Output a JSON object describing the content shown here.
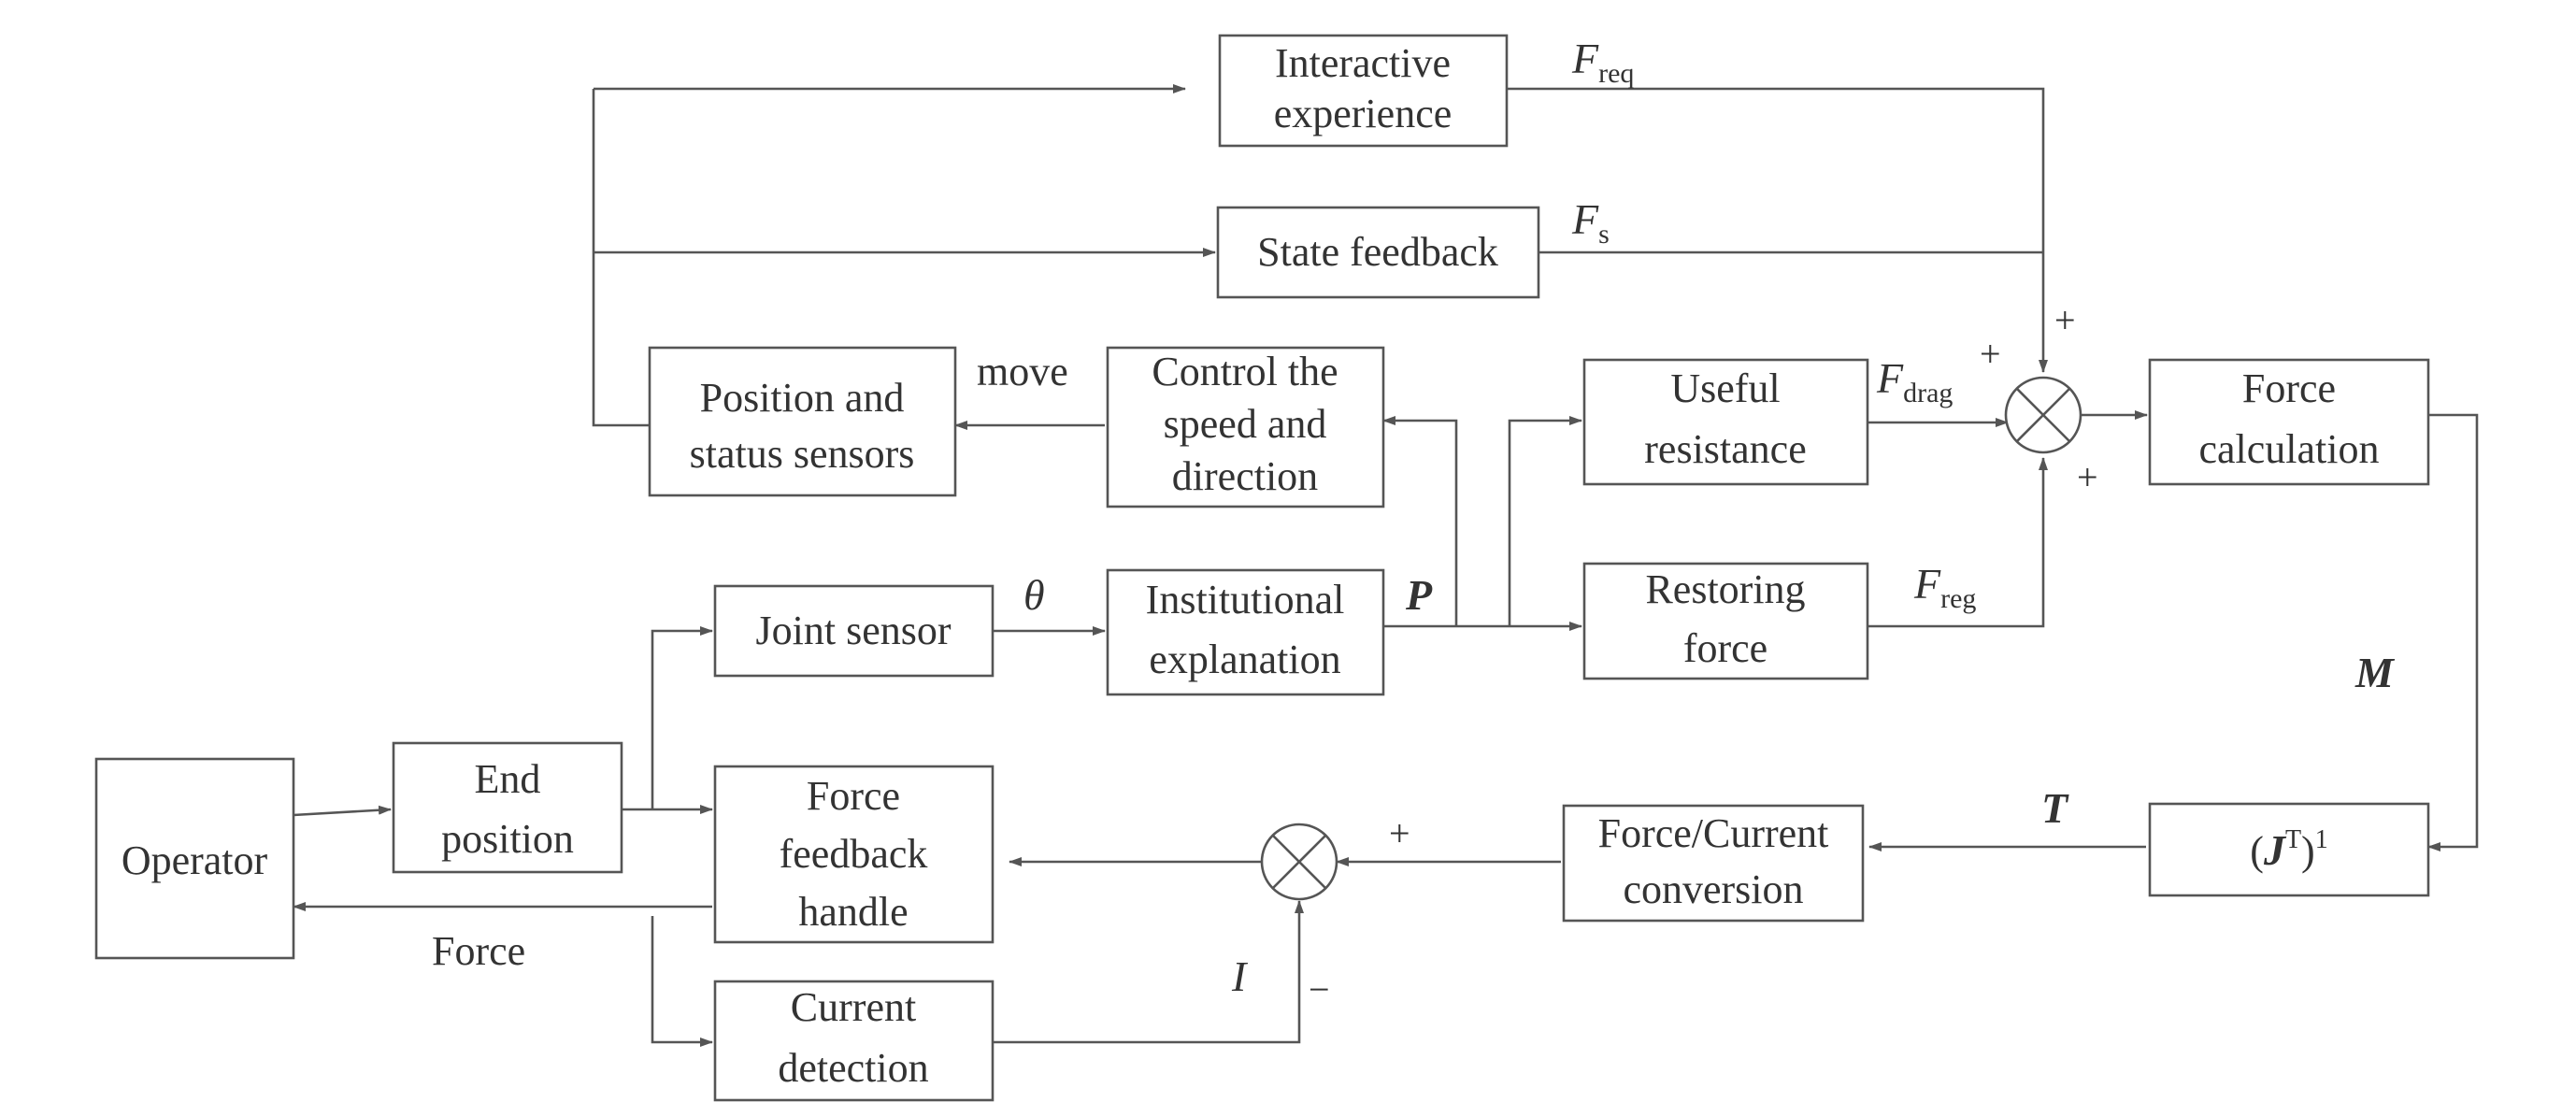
{
  "blocks": {
    "interactive_experience": [
      "Interactive",
      "experience"
    ],
    "state_feedback": [
      "State feedback"
    ],
    "position_status_sensors": [
      "Position and",
      "status sensors"
    ],
    "control_speed_direction": [
      "Control the",
      "speed and",
      "direction"
    ],
    "useful_resistance": [
      "Useful",
      "resistance"
    ],
    "force_calculation": [
      "Force",
      "calculation"
    ],
    "joint_sensor": [
      "Joint sensor"
    ],
    "institutional_explanation": [
      "Institutional",
      "explanation"
    ],
    "restoring_force": [
      "Restoring",
      "force"
    ],
    "operator": [
      "Operator"
    ],
    "end_position": [
      "End",
      "position"
    ],
    "force_feedback_handle": [
      "Force",
      "feedback",
      "handle"
    ],
    "current_detection": [
      "Current",
      "detection"
    ],
    "force_current_conversion": [
      "Force/Current",
      "conversion"
    ],
    "jacobian": {
      "open": "(",
      "symbol": "J",
      "sup1": "T",
      "close": ")",
      "sup2": "1"
    }
  },
  "signals": {
    "f_req": {
      "symbol": "F",
      "sub": "req"
    },
    "f_s": {
      "symbol": "F",
      "sub": "s"
    },
    "f_drag": {
      "symbol": "F",
      "sub": "drag"
    },
    "f_reg": {
      "symbol": "F",
      "sub": "reg"
    },
    "theta": "θ",
    "p": "P",
    "m": "M",
    "t": "T",
    "i": "I",
    "move": "move",
    "force": "Force"
  },
  "signs": {
    "sum1_top": "+",
    "sum1_left": "+",
    "sum1_bottom": "+",
    "sum2_right": "+",
    "sum2_bottom": "−"
  }
}
